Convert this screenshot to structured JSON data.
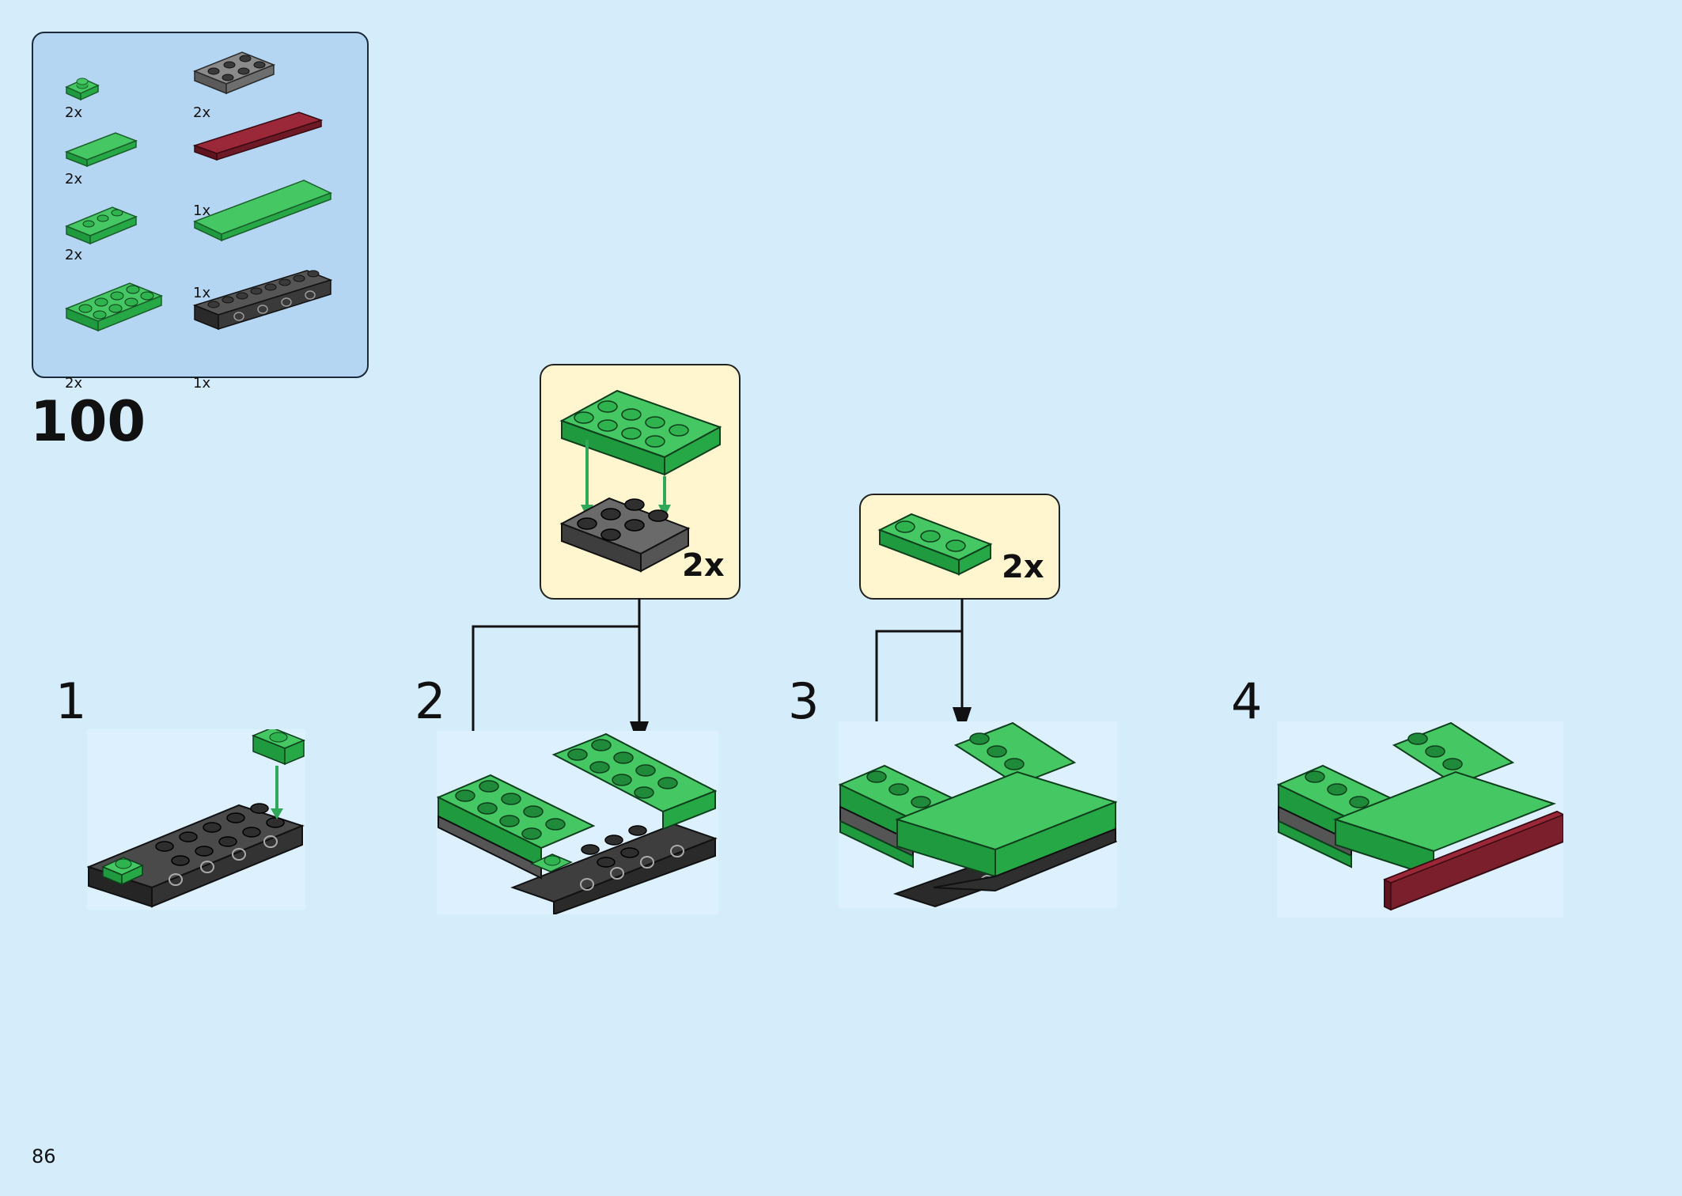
{
  "parts_list": {
    "items": [
      {
        "qty": "2x",
        "icon": "green-plate-1x1-icon",
        "color": "#2fb34e"
      },
      {
        "qty": "2x",
        "icon": "green-tile-1x4-icon",
        "color": "#2fb34e"
      },
      {
        "qty": "2x",
        "icon": "green-plate-1x3-icon",
        "color": "#2fb34e"
      },
      {
        "qty": "2x",
        "icon": "green-plate-2x4-icon",
        "color": "#2fb34e"
      },
      {
        "qty": "2x",
        "icon": "gray-plate-2x3-icon",
        "color": "#6f6f6f"
      },
      {
        "qty": "1x",
        "icon": "darkred-tile-1x6-icon",
        "color": "#7a1f2b"
      },
      {
        "qty": "1x",
        "icon": "green-tile-2x6-icon",
        "color": "#2fb34e"
      },
      {
        "qty": "1x",
        "icon": "black-technic-brick-1x8-icon",
        "color": "#3a3a3a"
      }
    ]
  },
  "main_step": "100",
  "sub_steps": [
    {
      "number": "1"
    },
    {
      "number": "2",
      "callout_multiplier": "2x"
    },
    {
      "number": "3",
      "callout_multiplier": "2x"
    },
    {
      "number": "4"
    }
  ],
  "page_number": "86",
  "colors": {
    "background": "#d5ecfa",
    "parts_panel": "#b4d6f2",
    "callout": "#fff6cf",
    "green": "#2fb34e",
    "dark_gray": "#3a3a3a",
    "dark_red": "#7a1f2b"
  }
}
